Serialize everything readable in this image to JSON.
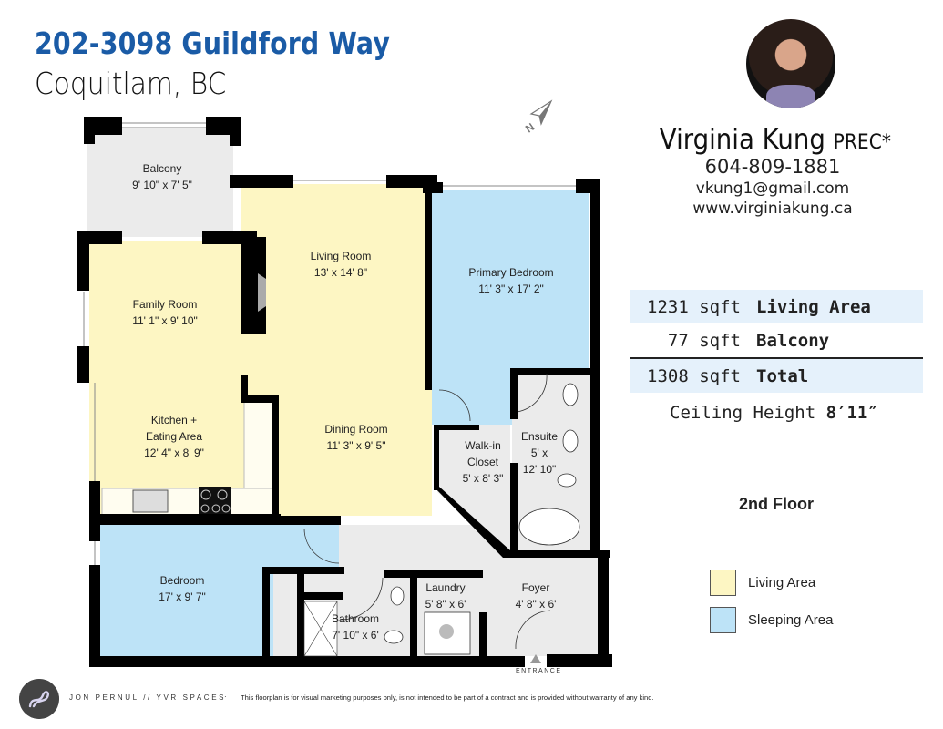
{
  "header": {
    "address": "202-3098 Guildford Way",
    "city": "Coquitlam, BC"
  },
  "agent": {
    "name": "Virginia Kung",
    "designation": "PREC*",
    "phone": "604-809-1881",
    "email": "vkung1@gmail.com",
    "website": "www.virginiakung.ca",
    "photo": "agent-portrait"
  },
  "areas": [
    {
      "value": "1231",
      "unit": "sqft",
      "label": "Living Area"
    },
    {
      "value": "77",
      "unit": "sqft",
      "label": "Balcony"
    },
    {
      "value": "1308",
      "unit": "sqft",
      "label": "Total"
    }
  ],
  "ceiling": {
    "label": "Ceiling Height",
    "value": "8′11″"
  },
  "floor_label": "2nd Floor",
  "legend": [
    {
      "label": "Living Area",
      "color": "#fdf6c3"
    },
    {
      "label": "Sleeping Area",
      "color": "#bde3f7"
    }
  ],
  "compass": {
    "icon": "north-arrow-icon",
    "label": "N"
  },
  "rooms": {
    "balcony": {
      "name": "Balcony",
      "dims": "9' 10\" x 7' 5\""
    },
    "living": {
      "name": "Living Room",
      "dims": "13' x 14' 8\""
    },
    "primary_bedroom": {
      "name": "Primary Bedroom",
      "dims": "11' 3\" x 17' 2\""
    },
    "family": {
      "name": "Family Room",
      "dims": "11' 1\" x 9' 10\""
    },
    "kitchen": {
      "name": "Kitchen +",
      "name2": "Eating Area",
      "dims": "12' 4\" x 8' 9\""
    },
    "dining": {
      "name": "Dining Room",
      "dims": "11' 3\" x 9' 5\""
    },
    "walkin": {
      "name": "Walk-in",
      "name2": "Closet",
      "dims": "5' x 8' 3\""
    },
    "ensuite": {
      "name": "Ensuite",
      "dims": "5' x",
      "dims2": "12' 10\""
    },
    "bedroom": {
      "name": "Bedroom",
      "dims": "17' x 9' 7\""
    },
    "bathroom": {
      "name": "Bathroom",
      "dims": "7' 10\" x 6'"
    },
    "laundry": {
      "name": "Laundry",
      "dims": "5' 8\" x 6'"
    },
    "foyer": {
      "name": "Foyer",
      "dims": "4' 8\" x 6'"
    }
  },
  "entrance_label": "ENTRANCE",
  "colors": {
    "title": "#1a5ba6",
    "living": "#fdf6c3",
    "sleeping": "#bde3f7",
    "service": "#ebebeb",
    "wall": "#000000",
    "table_shade": "#e5f1fb"
  },
  "footer": {
    "credit": "JON PERNUL // YVR SPACES",
    "separator": "·",
    "disclaimer": "This floorplan is for visual marketing purposes only, is not intended to be part of a contract and is provided without warranty of any kind."
  }
}
